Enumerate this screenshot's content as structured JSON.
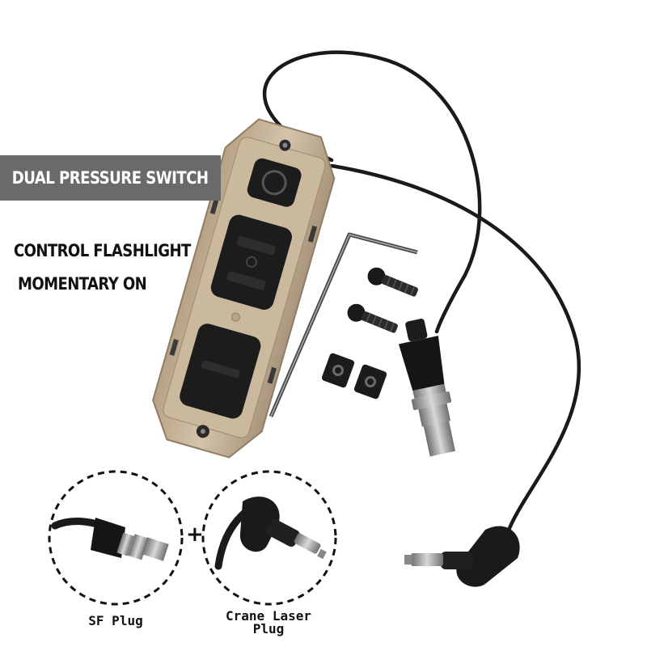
{
  "banner": {
    "text": "DUAL PRESSURE SWITCH",
    "background": "#6a6a6a",
    "color": "#ffffff"
  },
  "features": [
    "CONTROL FLASHLIGHT",
    "MOMENTARY ON"
  ],
  "plugs": {
    "separator": "+",
    "sf_plug_label": "SF Plug",
    "crane_label_line1": "Crane Laser",
    "crane_label_line2": "Plug"
  },
  "product_colors": {
    "body": "#c7b49a",
    "pads": "#1c1c1c",
    "cable": "#1a1a1a"
  }
}
